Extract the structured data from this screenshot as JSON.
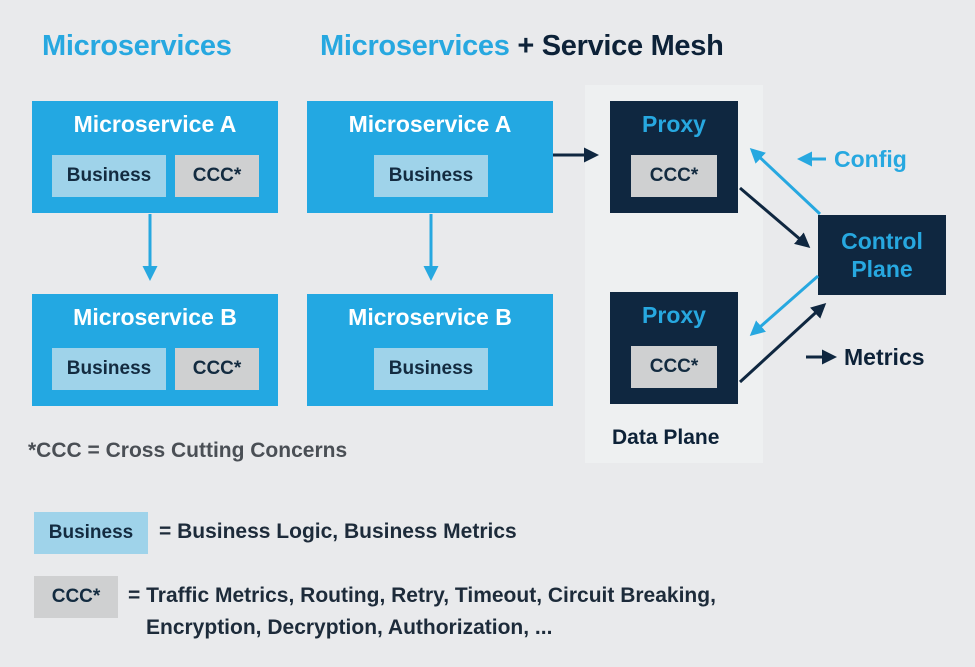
{
  "titles": {
    "left": "Microservices",
    "right_blue": "Microservices",
    "right_rest": "+ Service Mesh"
  },
  "left": {
    "service_a": {
      "name": "Microservice A",
      "business": "Business",
      "ccc": "CCC*"
    },
    "service_b": {
      "name": "Microservice B",
      "business": "Business",
      "ccc": "CCC*"
    }
  },
  "mesh": {
    "service_a": {
      "name": "Microservice A",
      "business": "Business"
    },
    "service_b": {
      "name": "Microservice B",
      "business": "Business"
    },
    "proxy_top": {
      "name": "Proxy",
      "ccc": "CCC*"
    },
    "proxy_bottom": {
      "name": "Proxy",
      "ccc": "CCC*"
    },
    "control_plane": "Control Plane",
    "config_label": "Config",
    "metrics_label": "Metrics",
    "data_plane_label": "Data Plane"
  },
  "footnote": "*CCC = Cross Cutting Concerns",
  "legend": {
    "business_chip": "Business",
    "business_desc": "= Business Logic, Business Metrics",
    "ccc_chip": "CCC*",
    "ccc_desc_line1": "= Traffic Metrics, Routing, Retry, Timeout, Circuit Breaking,",
    "ccc_desc_line2": "Encryption, Decryption, Authorization, ..."
  },
  "colors": {
    "service_blue": "#23a8e2",
    "business_light_blue": "#9fd3ea",
    "ccc_gray": "#cfd0d1",
    "proxy_navy": "#0f2740",
    "background": "#e9eaec"
  }
}
